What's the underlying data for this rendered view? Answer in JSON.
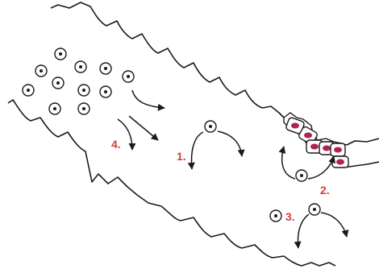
{
  "diagram": {
    "colors": {
      "line": "#1a1a1a",
      "label": "#d43f3a",
      "cell_nucleus": "#b0205a",
      "cell_fill": "#ffffff"
    },
    "labels": {
      "step1": "1.",
      "step2": "2.",
      "step3": "3.",
      "step4": "4."
    },
    "icons": {
      "particle": "circle-with-dot",
      "cell": "rounded-rect-with-nucleus"
    }
  }
}
